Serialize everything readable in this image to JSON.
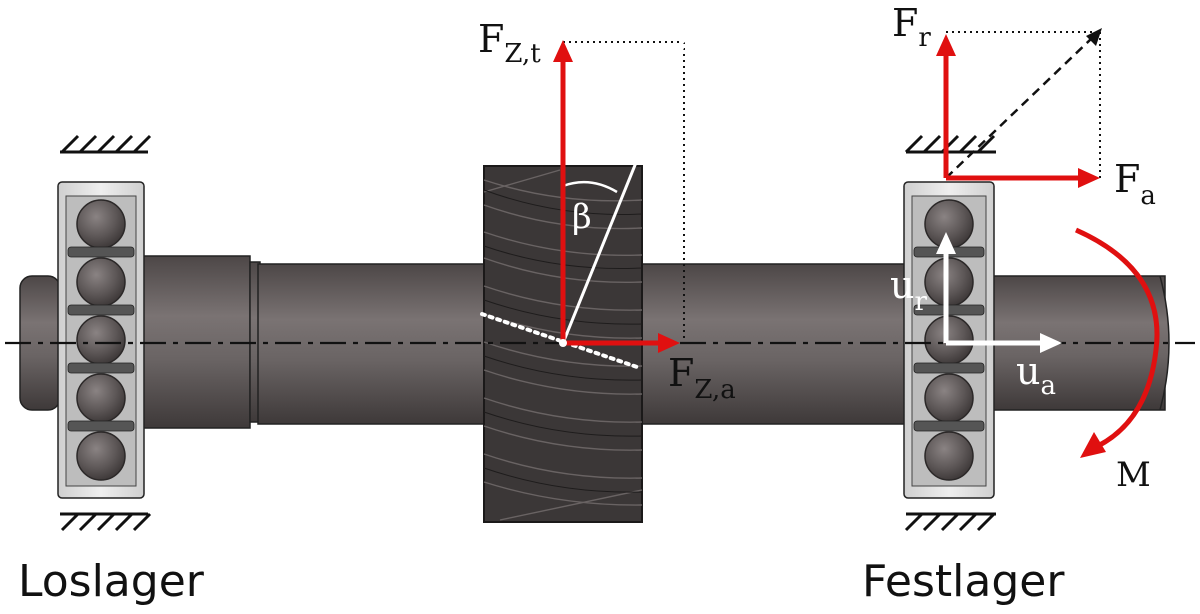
{
  "labels": {
    "f_zt_main": "F",
    "f_zt_sub": "Z,t",
    "f_za_main": "F",
    "f_za_sub": "Z,a",
    "beta": "β",
    "f_r_main": "F",
    "f_r_sub": "r",
    "f_a_main": "F",
    "f_a_sub": "a",
    "u_r_main": "u",
    "u_r_sub": "r",
    "u_a_main": "u",
    "u_a_sub": "a",
    "moment": "M",
    "loslager": "Loslager",
    "festlager": "Festlager"
  },
  "colors": {
    "force_red": "#e01010",
    "shaft": "#6b6565",
    "gear": "#3a3636",
    "bearing_ring": "#dcdcdc",
    "ball": "#5e5858"
  }
}
